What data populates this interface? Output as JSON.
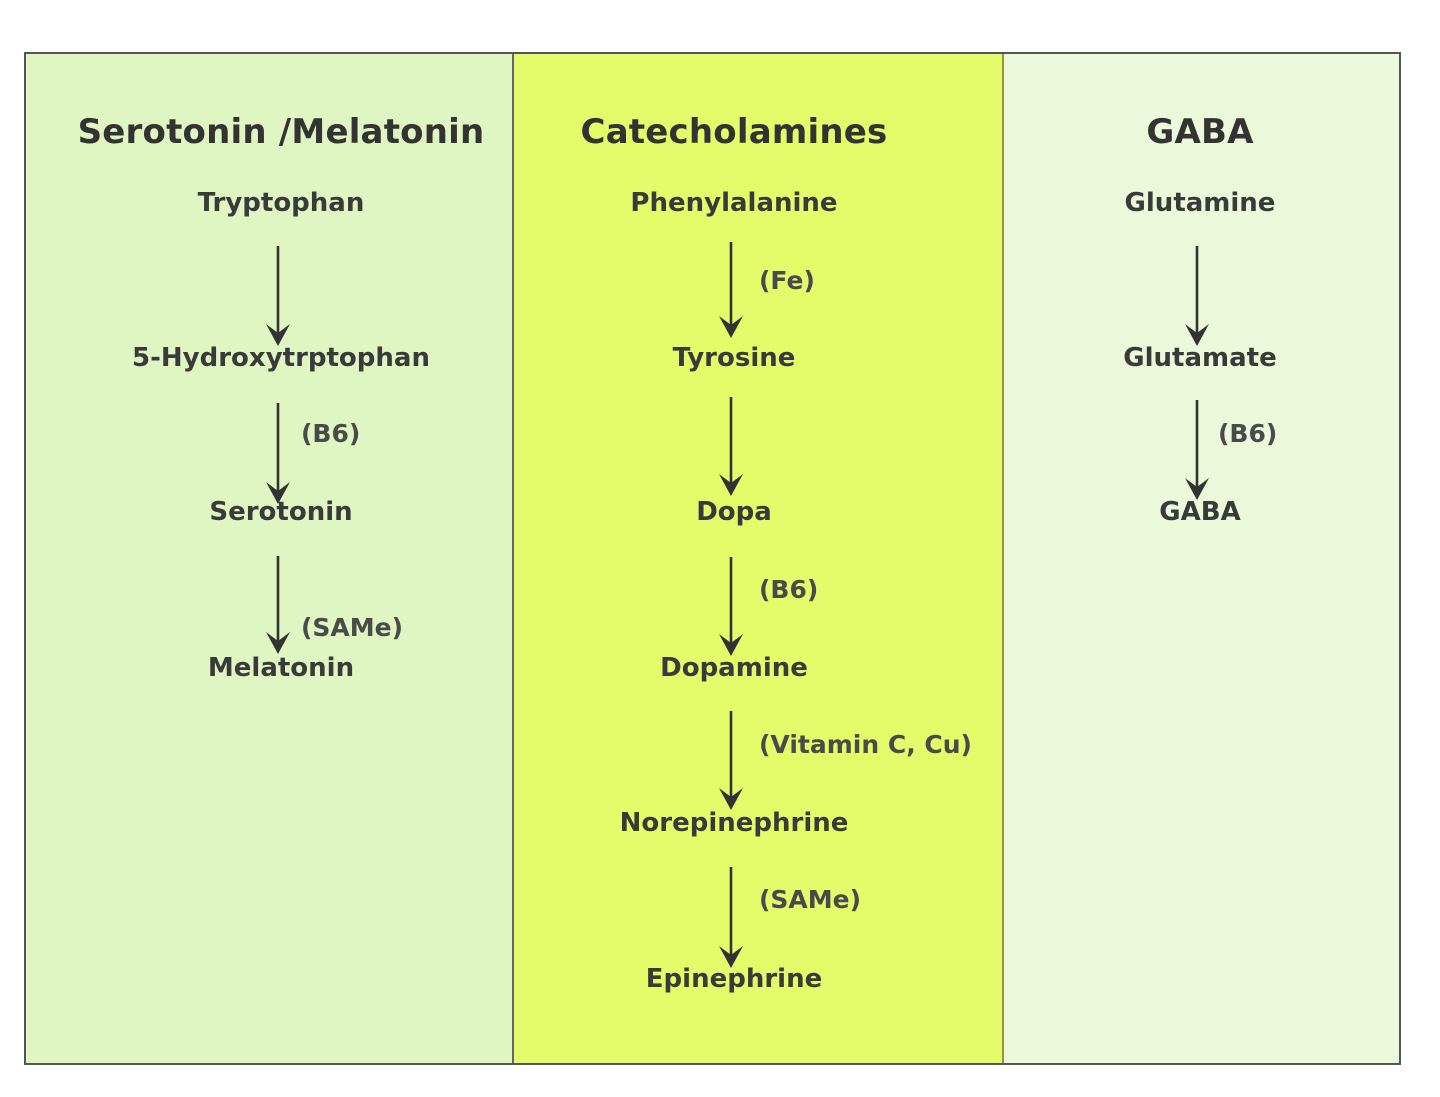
{
  "pathways": [
    {
      "title": "Serotonin /Melatonin",
      "steps": [
        "Tryptophan",
        "5-Hydroxytrptophan",
        "Serotonin",
        "Melatonin"
      ],
      "cofactors": [
        "",
        "(B6)",
        "(SAMe)"
      ],
      "color": "#dff5c2"
    },
    {
      "title": "Catecholamines",
      "steps": [
        "Phenylalanine",
        "Tyrosine",
        "Dopa",
        "Dopamine",
        "Norepinephrine",
        "Epinephrine"
      ],
      "cofactors": [
        "(Fe)",
        "",
        "(B6)",
        "(Vitamin C,  Cu)",
        "(SAMe)"
      ],
      "color": "#e4fb6a"
    },
    {
      "title": "GABA",
      "steps": [
        "Glutamine",
        "Glutamate",
        "GABA"
      ],
      "cofactors": [
        "",
        "(B6)"
      ],
      "color": "#ebf8d9"
    }
  ]
}
